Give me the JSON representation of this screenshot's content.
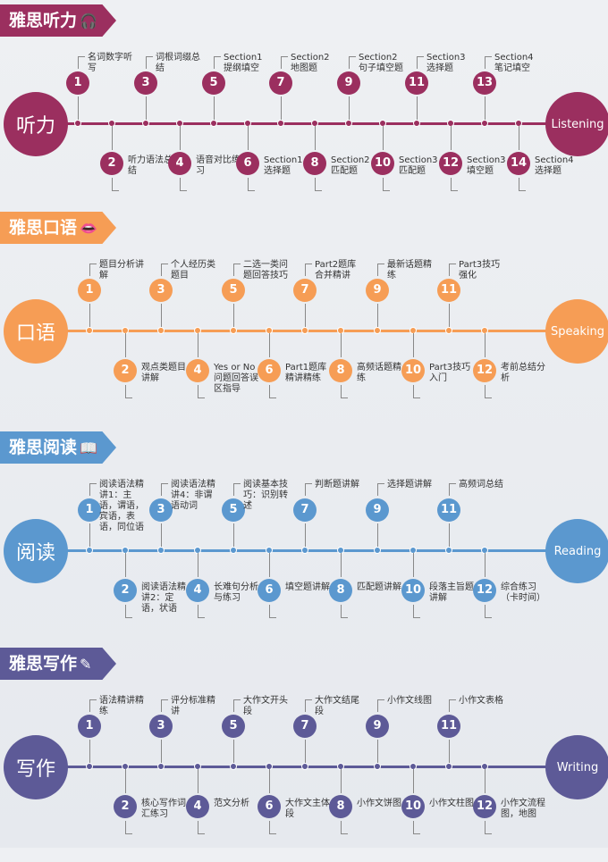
{
  "sections": [
    {
      "key": "listening",
      "title": "雅思听力",
      "icon": "headphones-icon",
      "icon_char": "🎧",
      "color": "#9b2f5f",
      "left": "听力",
      "right": "Listening",
      "items": [
        {
          "n": "1",
          "t": "名词数字听写"
        },
        {
          "n": "2",
          "t": "听力语法总结"
        },
        {
          "n": "3",
          "t": "词根词缀总结"
        },
        {
          "n": "4",
          "t": "语音对比练习"
        },
        {
          "n": "5",
          "t": "Section1 提纲填空"
        },
        {
          "n": "6",
          "t": "Section1 选择题"
        },
        {
          "n": "7",
          "t": "Section2 地图题"
        },
        {
          "n": "8",
          "t": "Section2 匹配题"
        },
        {
          "n": "9",
          "t": "Section2 句子填空题"
        },
        {
          "n": "10",
          "t": "Section3 匹配题"
        },
        {
          "n": "11",
          "t": "Section3 选择题"
        },
        {
          "n": "12",
          "t": "Section3 填空题"
        },
        {
          "n": "13",
          "t": "Section4 笔记填空"
        },
        {
          "n": "14",
          "t": "Section4 选择题"
        }
      ]
    },
    {
      "key": "speaking",
      "title": "雅思口语",
      "icon": "lips-icon",
      "icon_char": "👄",
      "color": "#f69d55",
      "left": "口语",
      "right": "Speaking",
      "items": [
        {
          "n": "1",
          "t": "题目分析讲解"
        },
        {
          "n": "2",
          "t": "观点类题目讲解"
        },
        {
          "n": "3",
          "t": "个人经历类题目"
        },
        {
          "n": "4",
          "t": "Yes or No问题回答误区指导"
        },
        {
          "n": "5",
          "t": "二选一类问题回答技巧"
        },
        {
          "n": "6",
          "t": "Part1题库精讲精练"
        },
        {
          "n": "7",
          "t": "Part2题库合并精讲"
        },
        {
          "n": "8",
          "t": "高频话题精练"
        },
        {
          "n": "9",
          "t": "最新话题精练"
        },
        {
          "n": "10",
          "t": "Part3技巧入门"
        },
        {
          "n": "11",
          "t": "Part3技巧强化"
        },
        {
          "n": "12",
          "t": "考前总结分析"
        }
      ]
    },
    {
      "key": "reading",
      "title": "雅思阅读",
      "icon": "book-icon",
      "icon_char": "📖",
      "color": "#5b98cf",
      "left": "阅读",
      "right": "Reading",
      "items": [
        {
          "n": "1",
          "t": "阅读语法精讲1：主语，谓语，宾语，表语，同位语"
        },
        {
          "n": "2",
          "t": "阅读语法精讲2：定语，状语"
        },
        {
          "n": "3",
          "t": "阅读语法精讲4：非谓语动词"
        },
        {
          "n": "4",
          "t": "长难句分析与练习"
        },
        {
          "n": "5",
          "t": "阅读基本技巧：识别转述"
        },
        {
          "n": "6",
          "t": "填空题讲解"
        },
        {
          "n": "7",
          "t": "判断题讲解"
        },
        {
          "n": "8",
          "t": "匹配题讲解"
        },
        {
          "n": "9",
          "t": "选择题讲解"
        },
        {
          "n": "10",
          "t": "段落主旨题讲解"
        },
        {
          "n": "11",
          "t": "高频词总结"
        },
        {
          "n": "12",
          "t": "综合练习（卡时间）"
        }
      ]
    },
    {
      "key": "writing",
      "title": "雅思写作",
      "icon": "pencil-note-icon",
      "icon_char": "✎",
      "color": "#5d5a97",
      "left": "写作",
      "right": "Writing",
      "items": [
        {
          "n": "1",
          "t": "语法精讲精练"
        },
        {
          "n": "2",
          "t": "核心写作词汇练习"
        },
        {
          "n": "3",
          "t": "评分标准精讲"
        },
        {
          "n": "4",
          "t": "范文分析"
        },
        {
          "n": "5",
          "t": "大作文开头段"
        },
        {
          "n": "6",
          "t": "大作文主体段"
        },
        {
          "n": "7",
          "t": "大作文结尾段"
        },
        {
          "n": "8",
          "t": "小作文饼图"
        },
        {
          "n": "9",
          "t": "小作文线图"
        },
        {
          "n": "10",
          "t": "小作文柱图"
        },
        {
          "n": "11",
          "t": "小作文表格"
        },
        {
          "n": "12",
          "t": "小作文流程图，地图"
        }
      ]
    }
  ]
}
